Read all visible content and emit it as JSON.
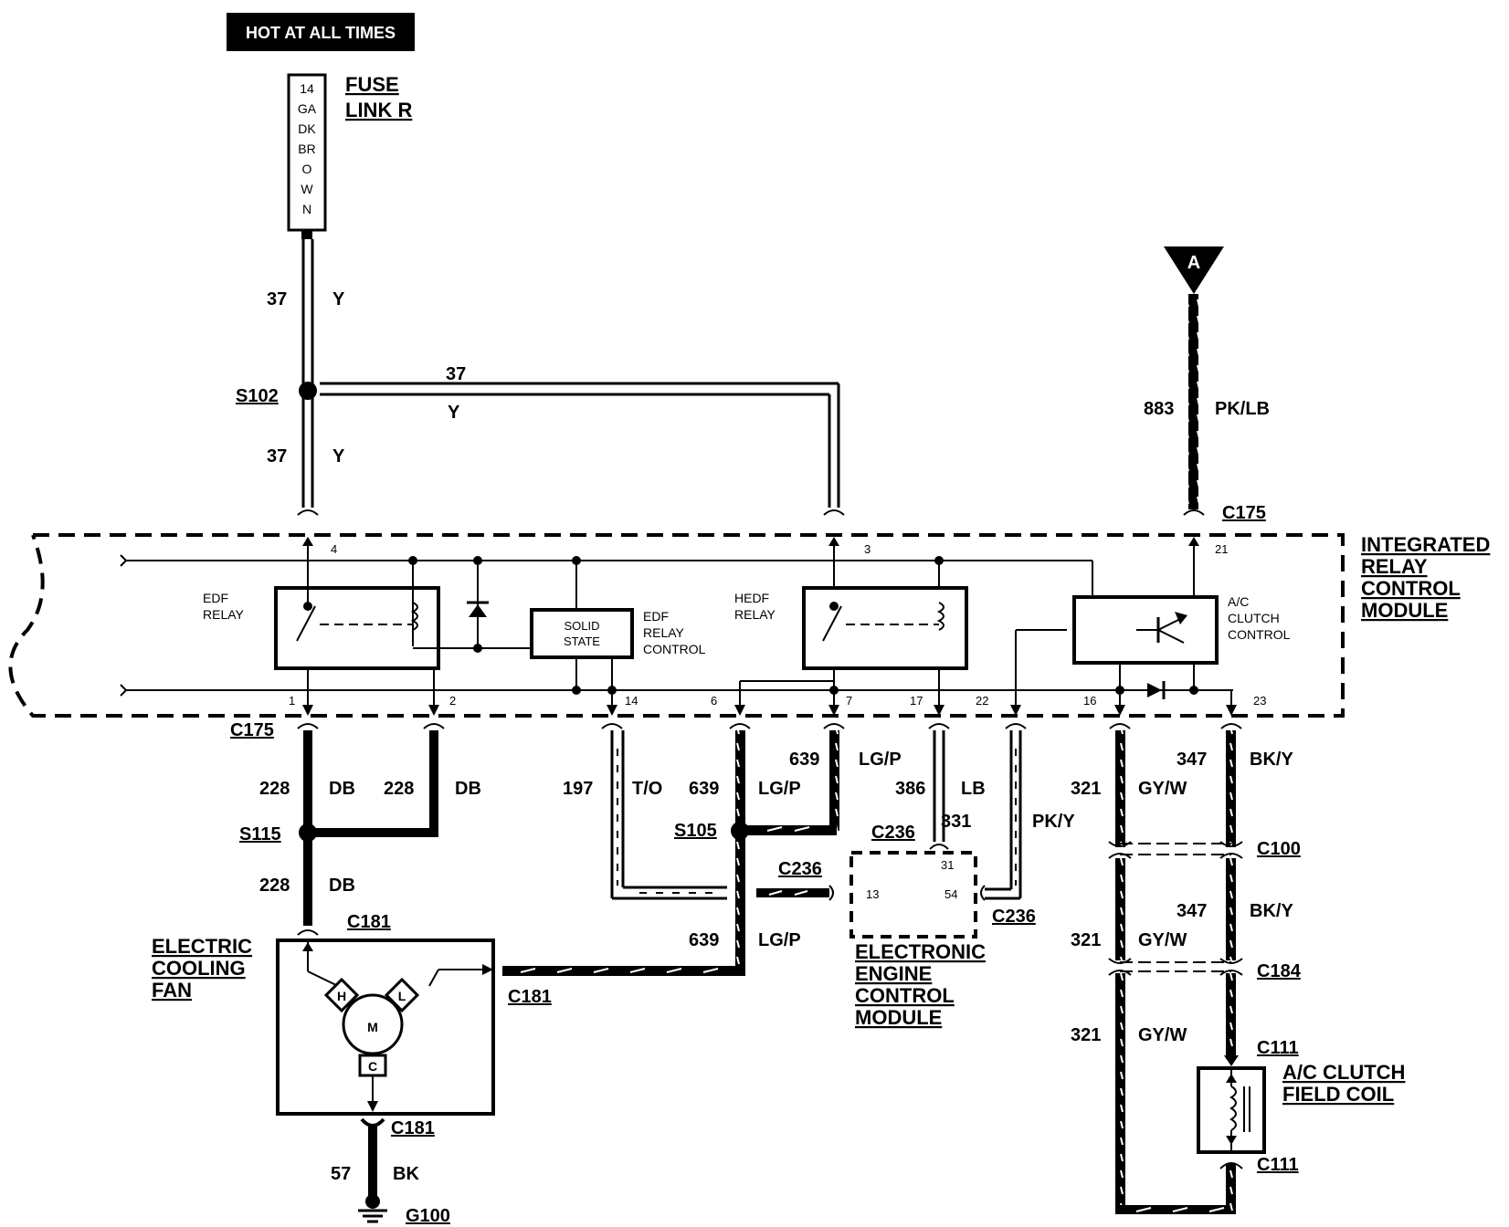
{
  "header": {
    "hot_label": "HOT AT ALL TIMES"
  },
  "fuse": {
    "text_lines": [
      "14",
      "GA",
      "DK",
      "BR",
      "O",
      "W",
      "N"
    ],
    "title_line1": "FUSE",
    "title_line2": "LINK R"
  },
  "module": {
    "title_lines": [
      "INTEGRATED",
      "RELAY",
      "CONTROL",
      "MODULE"
    ]
  },
  "wires": {
    "w37": {
      "circuit": "37",
      "color": "Y"
    },
    "w883": {
      "circuit": "883",
      "color": "PK/LB"
    },
    "w228": {
      "circuit": "228",
      "color": "DB"
    },
    "w197": {
      "circuit": "197",
      "color": "T/O"
    },
    "w639": {
      "circuit": "639",
      "color": "LG/P"
    },
    "w386": {
      "circuit": "386",
      "color": "LB"
    },
    "w331": {
      "circuit": "331",
      "color": "PK/Y"
    },
    "w321": {
      "circuit": "321",
      "color": "GY/W"
    },
    "w347": {
      "circuit": "347",
      "color": "BK/Y"
    },
    "w57": {
      "circuit": "57",
      "color": "BK"
    }
  },
  "splices": {
    "s102": "S102",
    "s115": "S115",
    "s105": "S105"
  },
  "connectors": {
    "c175": "C175",
    "c181": "C181",
    "c236": "C236",
    "c100": "C100",
    "c184": "C184",
    "c111": "C111"
  },
  "ground": "G100",
  "node_a": "A",
  "pins": {
    "p4": "4",
    "p3": "3",
    "p21": "21",
    "p1": "1",
    "p2": "2",
    "p14": "14",
    "p6": "6",
    "p7": "7",
    "p17": "17",
    "p22": "22",
    "p16": "16",
    "p23": "23",
    "p31": "31",
    "p13": "13",
    "p54": "54"
  },
  "components": {
    "edf_relay": [
      "EDF",
      "RELAY"
    ],
    "solid_state": [
      "SOLID",
      "STATE"
    ],
    "edf_relay_control": [
      "EDF",
      "RELAY",
      "CONTROL"
    ],
    "hedf_relay": [
      "HEDF",
      "RELAY"
    ],
    "ac_clutch_control": [
      "A/C",
      "CLUTCH",
      "CONTROL"
    ],
    "fan": [
      "ELECTRIC",
      "COOLING",
      "FAN"
    ],
    "fan_motor": "M",
    "fan_h": "H",
    "fan_l": "L",
    "fan_c": "C",
    "eec": [
      "ELECTRONIC",
      "ENGINE",
      "CONTROL",
      "MODULE"
    ],
    "ac_coil": [
      "A/C CLUTCH",
      "FIELD COIL"
    ]
  }
}
